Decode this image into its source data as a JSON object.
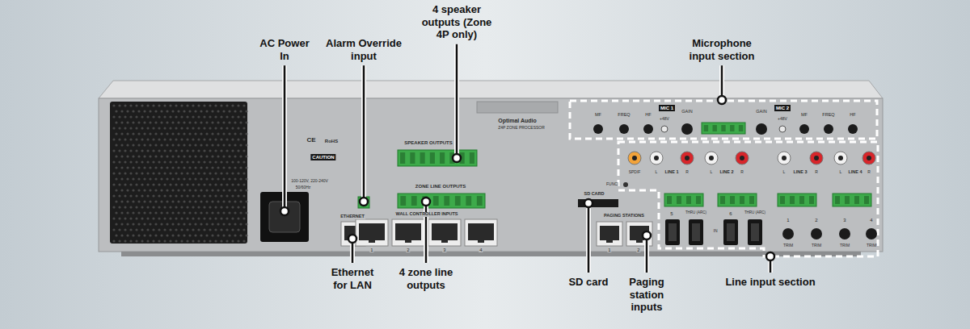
{
  "diagram": {
    "labels": [
      "AC Power In",
      "Alarm Override input",
      "4 speaker outputs (Zone 4P only)",
      "Microphone input section",
      "Ethernet for LAN",
      "4 zone line outputs",
      "SD card",
      "Paging station inputs",
      "Line input section",
      "Optimal Audio",
      "Z4P ZONE PROCESSOR",
      "SPEAKER OUTPUTS",
      "ZONE LINE OUTPUTS",
      "WALL CONTROLLER INPUTS",
      "1",
      "2",
      "3",
      "4",
      "ETHERNET",
      "SD CARD",
      "PAGING STATIONS",
      "1",
      "2",
      "MIC 1",
      "MIC 2",
      "GAIN",
      "GAIN",
      "+48V",
      "+48V",
      "MF",
      "FREQ",
      "HF",
      "MF",
      "FREQ",
      "HF",
      "SPDIF",
      "LINE 1",
      "LINE 2",
      "LINE 3",
      "LINE 4",
      "L",
      "R",
      "L",
      "R",
      "L",
      "R",
      "L",
      "R",
      "FUNC",
      "5",
      "THRU (ARC)",
      "IN",
      "6",
      "THRU (ARC)",
      "1",
      "2",
      "3",
      "4",
      "TRIM",
      "TRIM",
      "TRIM",
      "TRIM",
      "CAUTION",
      "CE",
      "RoHS",
      "100-120V, 220-240V",
      "50/60Hz"
    ]
  }
}
